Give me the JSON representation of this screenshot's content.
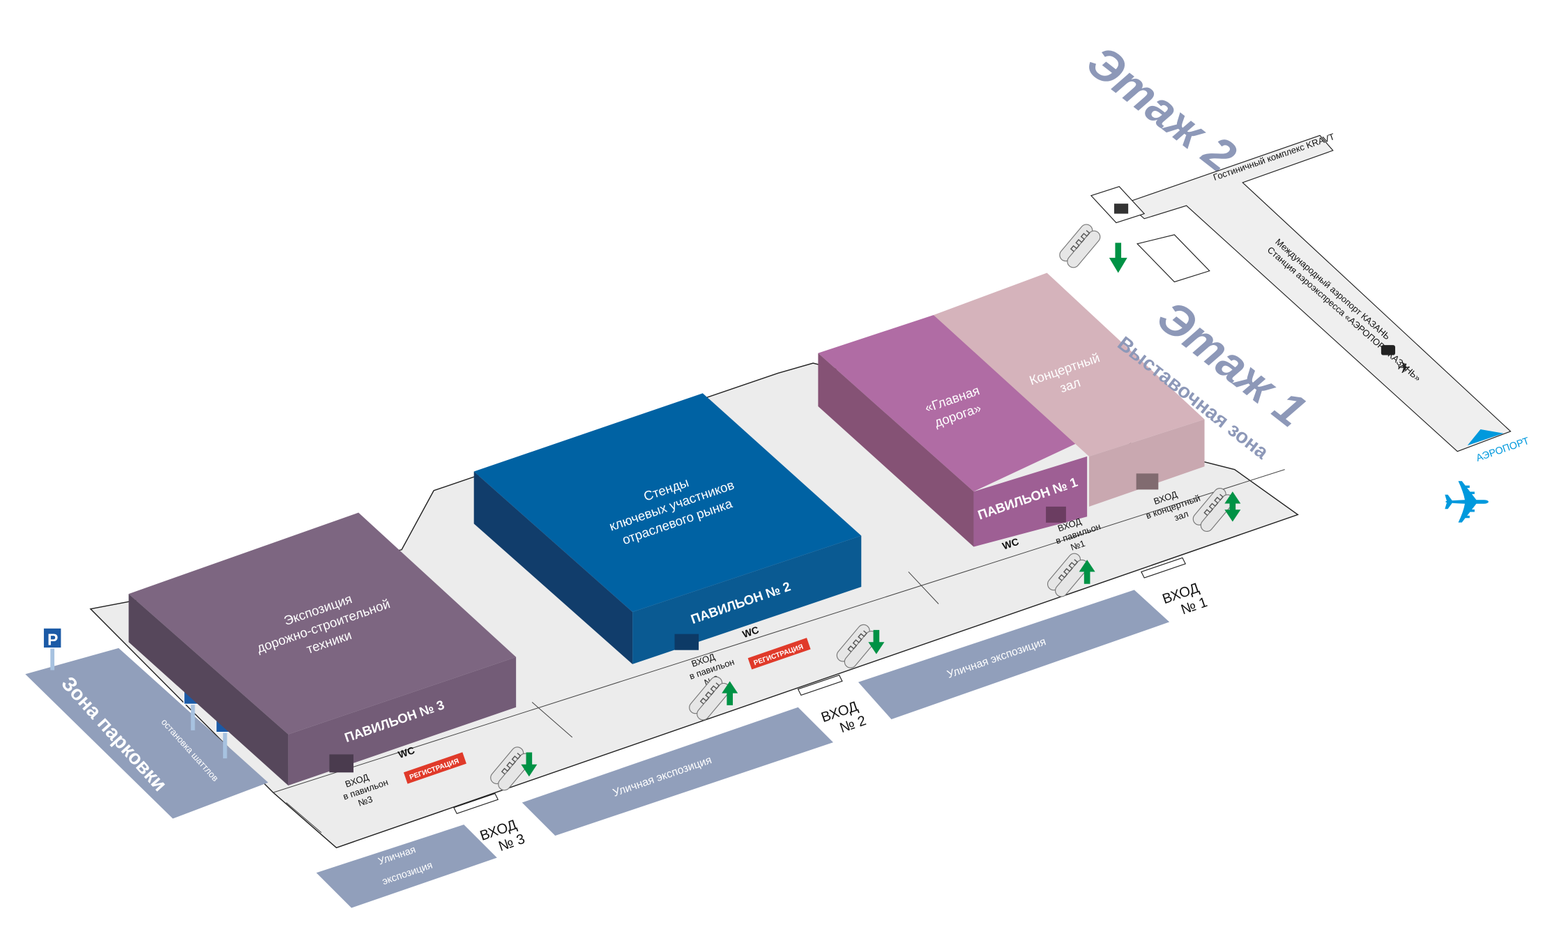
{
  "floors": {
    "floor2_title": "Этаж 2",
    "floor1_title": "Этаж 1",
    "floor1_subtitle": "Выставочная зона"
  },
  "pavilions": [
    {
      "name": "ПАВИЛЬОН № 3",
      "description_lines": [
        "Экспозиция",
        "дорожно-строительной",
        "техники"
      ],
      "color": "#7d6681"
    },
    {
      "name": "ПАВИЛЬОН № 2",
      "description_lines": [
        "Стенды",
        "ключевых участников",
        "отраслевого рынка"
      ],
      "color": "#0062a3"
    },
    {
      "name": "ПАВИЛЬОН № 1",
      "description_lines": [
        "«Главная",
        "дорога»"
      ],
      "color": "#b06ca4"
    },
    {
      "name": "",
      "description_lines": [
        "Концертный",
        "зал"
      ],
      "color": "#d5b3bb"
    }
  ],
  "entrances": [
    {
      "label": "ВХОД",
      "number": "№ 1"
    },
    {
      "label": "ВХОД",
      "number": "№ 2"
    },
    {
      "label": "ВХОД",
      "number": "№ 3"
    }
  ],
  "inner_entrances": [
    {
      "lines": [
        "ВХОД",
        "в павильон",
        "№1"
      ]
    },
    {
      "lines": [
        "ВХОД",
        "в павильон",
        "№2"
      ]
    },
    {
      "lines": [
        "ВХОД",
        "в павильон",
        "№3"
      ]
    },
    {
      "lines": [
        "ВХОД",
        "в концертный",
        "зал"
      ]
    }
  ],
  "wc_label": "WC",
  "registration_label": "РЕГИСТРАЦИЯ",
  "street_expo": [
    "Уличная экспозиция",
    "Уличная экспозиция",
    "Уличная",
    "экспозиция"
  ],
  "parking": {
    "label": "Зона парковки",
    "shuttle": "остановка шаттлов",
    "sign": "P"
  },
  "corridor": {
    "hotel": "Гостиничный комплекс KRAVT",
    "airport_line1": "Международный аэропорт КАЗАНЬ",
    "airport_line2": "Станция аэроэкспресса «АЭРОПОРТ КАЗАНЬ»",
    "airport": "АЭРОПОРТ"
  },
  "colors": {
    "accent": "#0099dd",
    "arrow": "#009245",
    "street": "#919fbb",
    "registration": "#e03a2a",
    "title": "#8d98b8"
  }
}
